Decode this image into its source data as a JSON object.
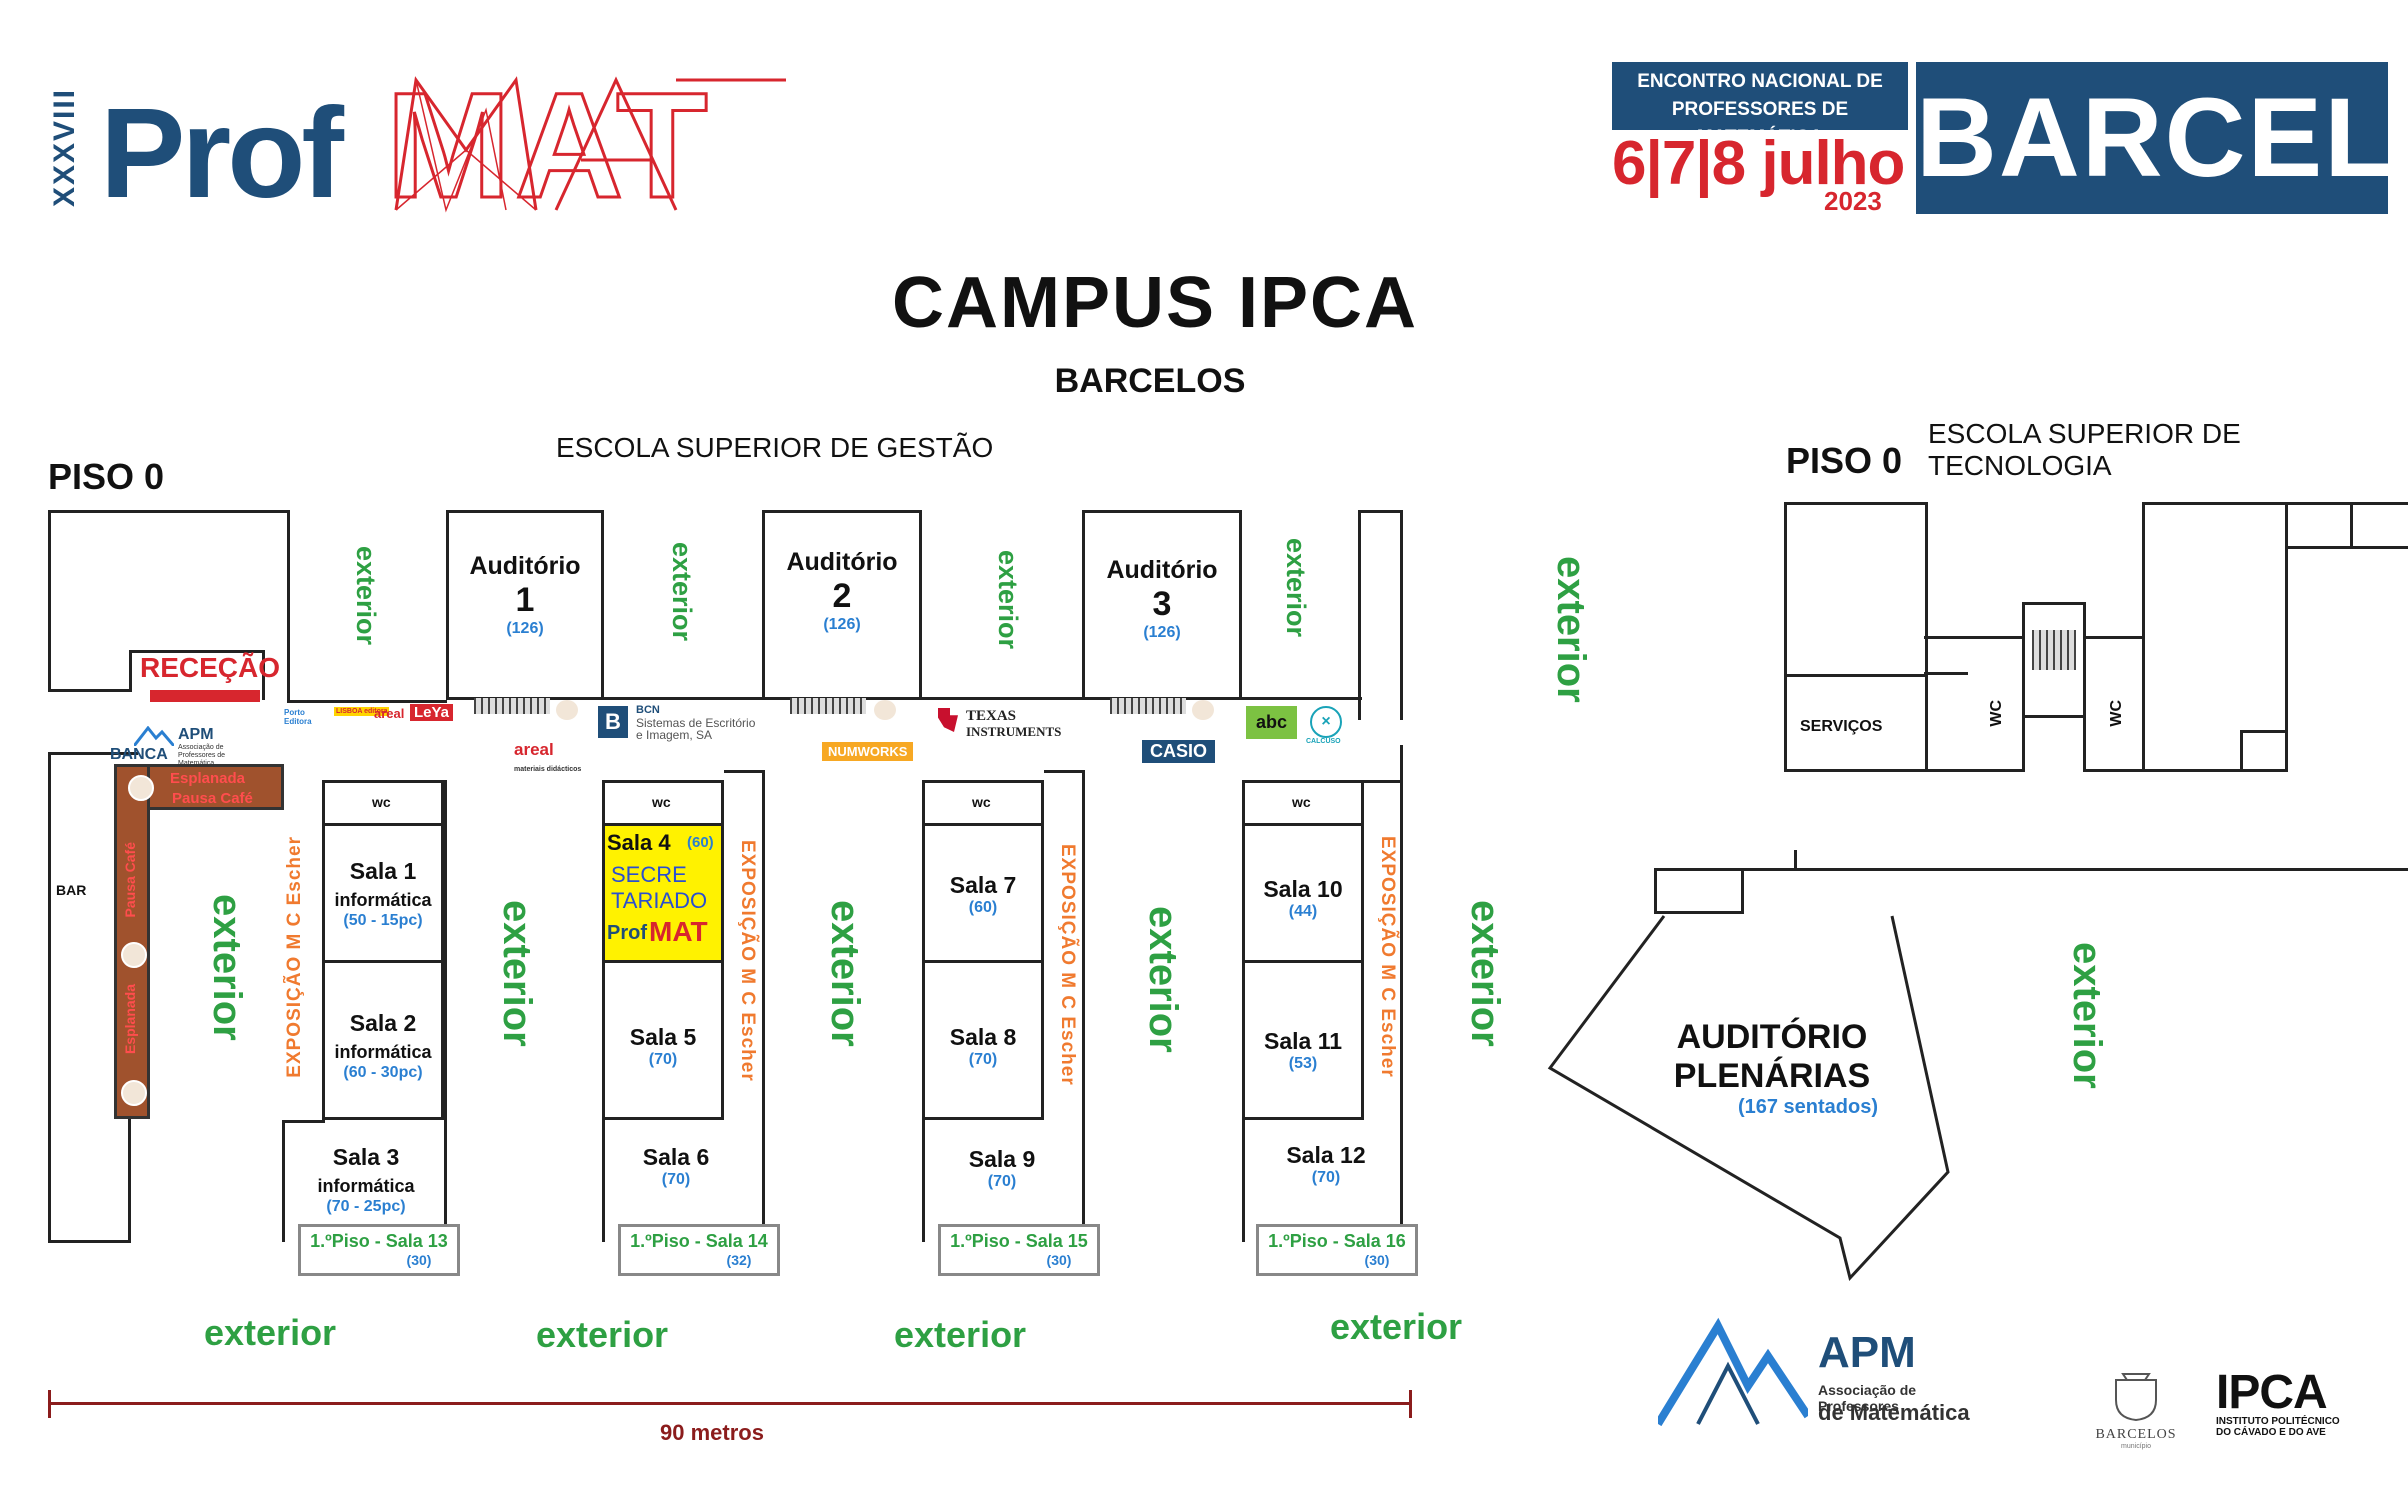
{
  "header": {
    "logo_numeral": "XXXVIII",
    "logo_prof": "Prof",
    "logo_mat": "MAT",
    "encontro_line1": "ENCONTRO NACIONAL DE",
    "encontro_line2": "PROFESSORES DE MATEMÁTICA",
    "dates": "6|7|8 julho",
    "year": "2023",
    "city": "BARCELOS",
    "title": "CAMPUS IPCA",
    "subtitle": "BARCELOS"
  },
  "ese_gestao": {
    "school": "ESCOLA SUPERIOR DE GESTÃO",
    "piso": "PISO 0",
    "rececao": "RECEÇÃO",
    "bar": "BAR",
    "banca": "BANCA",
    "esplanada": "Esplanada",
    "pausa_cafe": "Pausa Café",
    "auditorios": [
      {
        "name": "Auditório",
        "num": "1",
        "cap": "(126)"
      },
      {
        "name": "Auditório",
        "num": "2",
        "cap": "(126)"
      },
      {
        "name": "Auditório",
        "num": "3",
        "cap": "(126)"
      }
    ],
    "wc": "wc",
    "exposicao": "EXPOSIÇÃO   M C Escher",
    "salas": [
      {
        "name": "Sala 1",
        "sub": "informática",
        "cap": "(50 - 15pc)"
      },
      {
        "name": "Sala 2",
        "sub": "informática",
        "cap": "(60 - 30pc)"
      },
      {
        "name": "Sala 3",
        "sub": "informática",
        "cap": "(70 - 25pc)"
      },
      {
        "name": "Sala 4",
        "cap": "(60)"
      },
      {
        "name": "Sala 5",
        "cap": "(70)"
      },
      {
        "name": "Sala 6",
        "cap": "(70)"
      },
      {
        "name": "Sala 7",
        "cap": "(60)"
      },
      {
        "name": "Sala 8",
        "cap": "(70)"
      },
      {
        "name": "Sala 9",
        "cap": "(70)"
      },
      {
        "name": "Sala 10",
        "cap": "(44)"
      },
      {
        "name": "Sala 11",
        "cap": "(53)"
      },
      {
        "name": "Sala 12",
        "cap": "(70)"
      }
    ],
    "secretariado_1": "SECRE",
    "secretariado_2": "TARIADO",
    "piso1_prefix": "1.ºPiso - ",
    "piso1_salas": [
      {
        "name": "Sala 13",
        "cap": "(30)"
      },
      {
        "name": "Sala 14",
        "cap": "(32)"
      },
      {
        "name": "Sala 15",
        "cap": "(30)"
      },
      {
        "name": "Sala 16",
        "cap": "(30)"
      }
    ],
    "exterior": "exterior",
    "scale": "90 metros"
  },
  "sponsors": {
    "apm": "APM",
    "apm_sub": "Associação de Professores de Matemática",
    "porto": "Porto Editora",
    "lisboa": "LISBOA editora",
    "areal": "areal",
    "areal_sub": "materiais didácticos",
    "leya": "LeYa",
    "bcn": "BCN",
    "bcn_sub1": "Sistemas de Escritório",
    "bcn_sub2": "e Imagem, SA",
    "numworks": "NUMWORKS",
    "texas1": "TEXAS",
    "texas2": "INSTRUMENTS",
    "casio": "CASIO",
    "abc": "abc",
    "calcuso": "CALCUSO"
  },
  "ese_tecnologia": {
    "school": "ESCOLA SUPERIOR DE TECNOLOGIA",
    "piso": "PISO 0",
    "servicos": "SERVIÇOS",
    "wc": "WC",
    "auditorio": "AUDITÓRIO",
    "plenarias": "PLENÁRIAS",
    "cap": "(167 sentados)",
    "exterior": "exterior"
  },
  "footer": {
    "apm": "APM",
    "apm_sub1": "Associação de Professores",
    "apm_sub2": "de Matemática",
    "barcelos": "BARCELOS",
    "barcelos_sub": "município",
    "ipca": "IPCA",
    "ipca_sub1": "INSTITUTO POLITÉCNICO",
    "ipca_sub2": "DO CÁVADO E DO AVE"
  },
  "colors": {
    "exterior": "#2ea043",
    "capacity": "#2a7fd1",
    "exposicao": "#f07a2f",
    "brand_blue": "#1f4e79",
    "brand_red": "#d7262e",
    "secretariado_bg": "#fff200"
  }
}
